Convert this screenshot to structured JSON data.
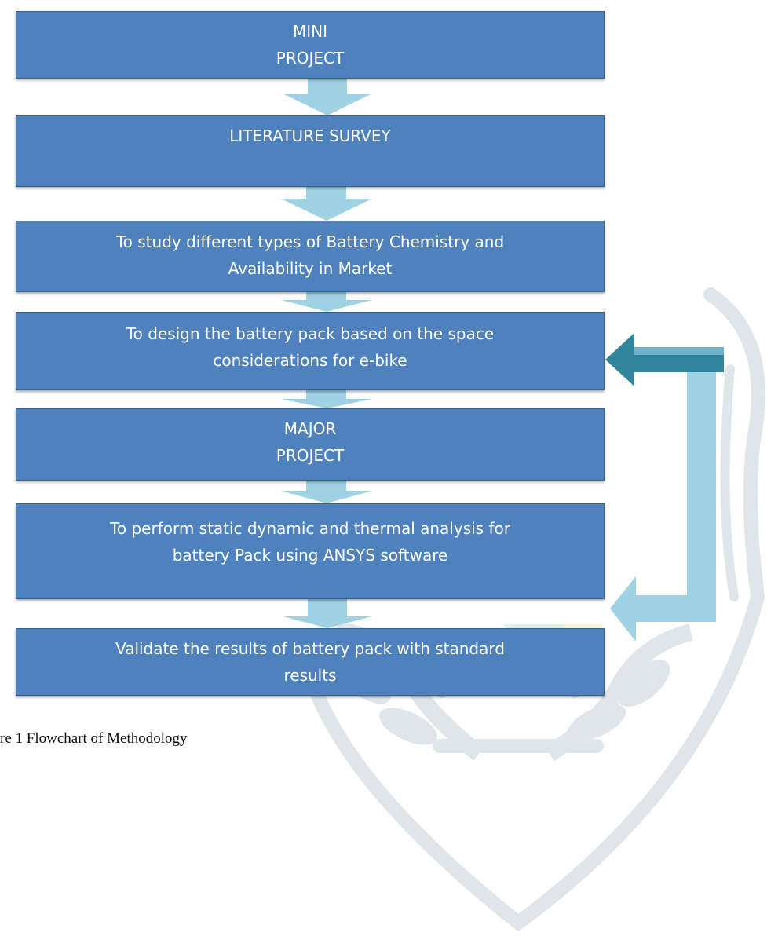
{
  "flowchart": {
    "steps": [
      {
        "label": "MINI\nPROJECT"
      },
      {
        "label": "LITERATURE SURVEY"
      },
      {
        "label": "To study different types of Battery Chemistry and\nAvailability in Market"
      },
      {
        "label": "To design the battery pack based on the space\nconsiderations for e-bike"
      },
      {
        "label": "MAJOR\nPROJECT"
      },
      {
        "label": "To perform static dynamic and thermal analysis for\nbattery Pack using  ANSYS  software"
      },
      {
        "label": "Validate the results of battery pack with standard\nresults"
      }
    ],
    "caption": "re 1 Flowchart of Methodology"
  },
  "colors": {
    "box_fill": "#4f81bd",
    "box_text": "#ffffff",
    "arrow_fill": "#9fd3e3",
    "feedback_arrow": "#31859c",
    "watermark": "#dfe6ea",
    "watermark_yellow": "#fdf5d6",
    "watermark_green": "#dcefe8"
  }
}
